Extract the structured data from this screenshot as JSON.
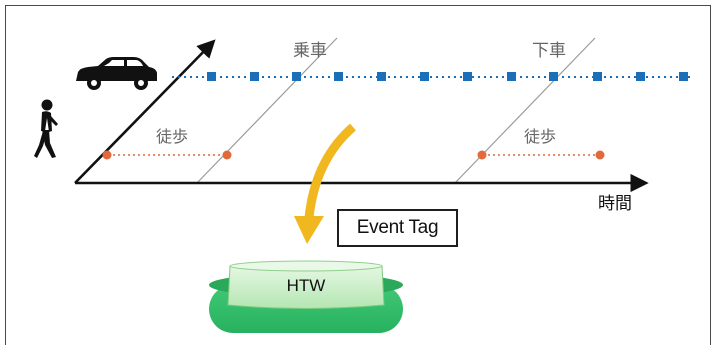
{
  "labels": {
    "board": "乗車",
    "alight": "下車",
    "walk_left": "徒歩",
    "walk_right": "徒歩",
    "time_axis": "時間",
    "event_tag": "Event Tag",
    "htw": "HTW"
  },
  "icons": [
    "car-icon",
    "walking-person-icon",
    "curved-arrow-icon",
    "database-cylinder-icon"
  ],
  "colors": {
    "car_track": "#1a6fb8",
    "walk_track": "#e2693a",
    "arrow": "#f0b81e",
    "htw_top": "#c6ecc4",
    "htw_body": "#35be6b",
    "axis": "#111111",
    "diagonal": "#9a9a9a"
  }
}
